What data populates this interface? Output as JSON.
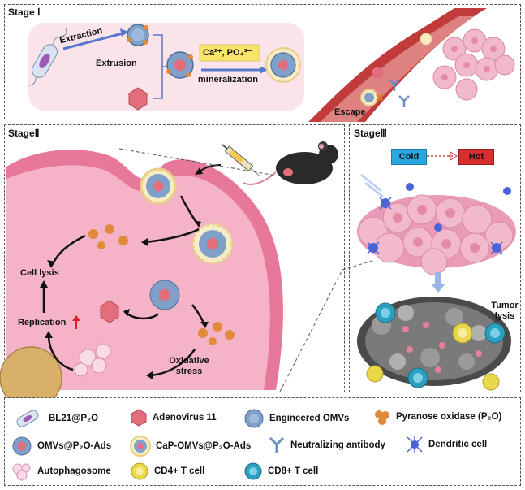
{
  "stage1": {
    "title": "Stage Ⅰ",
    "extraction": "Extraction",
    "extrusion": "Extrusion",
    "reagent": "Ca²⁺, PO₄³⁻",
    "mineralization": "mineralization",
    "escape": "Escape"
  },
  "stage2": {
    "title": "StageⅡ",
    "cell_lysis": "Cell lysis",
    "replication": "Replication",
    "oxidative_stress": "Oxidative stress"
  },
  "stage3": {
    "title": "StageⅢ",
    "cold": "Cold",
    "hot": "Hot",
    "tumor_lysis": "Tumor lysis"
  },
  "legend": {
    "bl21": "BL21@P₂O",
    "adenovirus": "Adenovirus 11",
    "omvs": "Engineered OMVs",
    "p2o": "Pyranose oxidase (P₂O)",
    "omvs_p2o_ads": "OMVs@P₂O-Ads",
    "cap_omvs": "CaP-OMVs@P₂O-Ads",
    "antibody": "Neutralizing antibody",
    "dendritic": "Dendritic cell",
    "autophagosome": "Autophagosome",
    "cd4": "CD4+ T cell",
    "cd8": "CD8+ T cell"
  },
  "colors": {
    "cell_pink": "#e8789a",
    "cytoplasm": "#f5b3c8",
    "omv_blue": "#6a8fb8",
    "cold_box": "#29a8e0",
    "hot_box": "#d62f2f",
    "enzyme_orange": "#e08a3a",
    "virus_pink": "#e36d7a",
    "cd4_yellow": "#e8d84a",
    "cd8_teal": "#2b9fc0"
  }
}
